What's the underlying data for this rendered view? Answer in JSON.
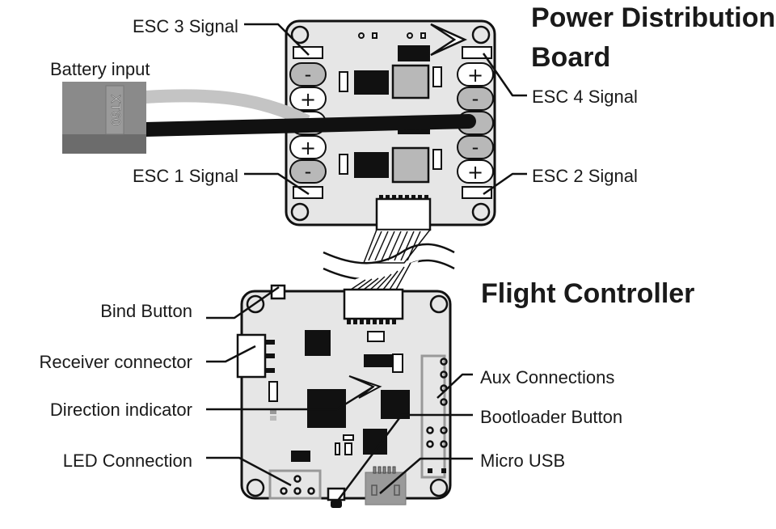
{
  "diagram": {
    "pdb": {
      "title_line1": "Power Distribution",
      "title_line2": "Board",
      "labels": {
        "esc3": "ESC 3 Signal",
        "esc4": "ESC 4 Signal",
        "esc1": "ESC 1 Signal",
        "esc2": "ESC 2 Signal",
        "battery": "Battery input"
      },
      "connector_text": "XT60",
      "left_pads": [
        "-",
        "+",
        "",
        "+",
        "-"
      ],
      "right_pads": [
        "+",
        "-",
        "",
        "-",
        "+"
      ]
    },
    "fc": {
      "title": "Flight Controller",
      "labels": {
        "bind": "Bind Button",
        "receiver": "Receiver connector",
        "direction": "Direction indicator",
        "led": "LED Connection",
        "aux": "Aux Connections",
        "bootloader": "Bootloader Button",
        "usb": "Micro USB"
      }
    },
    "colors": {
      "board": "#e6e6e6",
      "ink": "#111111",
      "negative_pad": "#b8b8b8",
      "xt60": "#8a8a8a",
      "red_wire": "#c4c4c4",
      "black_wire": "#111111"
    }
  }
}
